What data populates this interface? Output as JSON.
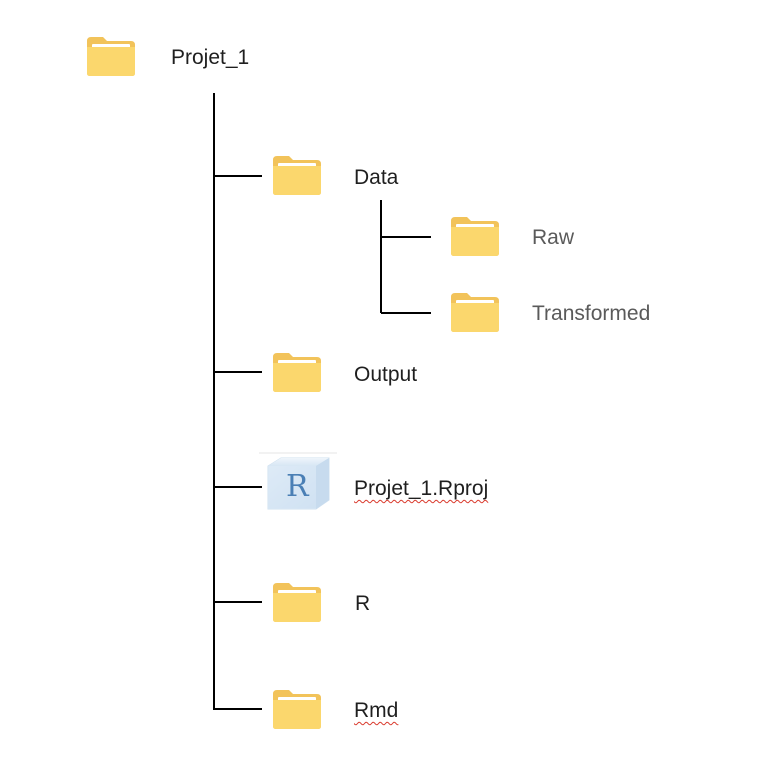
{
  "tree": {
    "root": {
      "label": "Projet_1",
      "icon": "folder-icon"
    },
    "data": {
      "label": "Data",
      "icon": "folder-icon"
    },
    "raw": {
      "label": "Raw",
      "icon": "folder-icon"
    },
    "transformed": {
      "label": "Transformed",
      "icon": "folder-icon"
    },
    "output": {
      "label": "Output",
      "icon": "folder-icon"
    },
    "rproj": {
      "label": "Projet_1.Rproj",
      "icon": "rproj-file-icon",
      "icon_letter": "R"
    },
    "r": {
      "label": "R",
      "icon": "folder-icon"
    },
    "rmd": {
      "label": "Rmd",
      "icon": "folder-icon"
    }
  },
  "colors": {
    "folder_back": "#f2c35a",
    "folder_front": "#fbd76d",
    "folder_paper": "#ffffff",
    "connector": "#000000",
    "rproj_blue": "#4a7fb5"
  }
}
